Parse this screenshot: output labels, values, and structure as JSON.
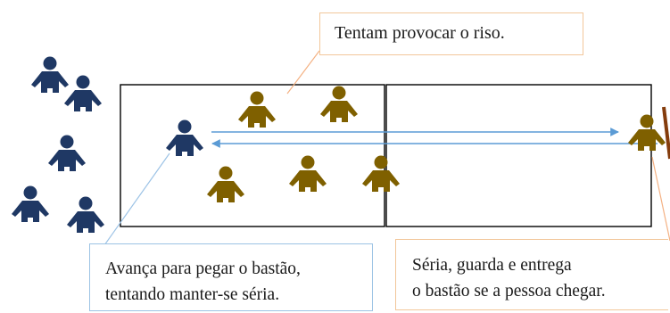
{
  "callouts": {
    "top": "Tentam provocar o riso.",
    "left": [
      "Avança para pegar o bastão,",
      "tentando manter-se séria."
    ],
    "right": [
      "Séria,  guarda  e entrega",
      "o bastão se a pessoa chegar."
    ]
  },
  "colors": {
    "blue_person": "#1f3864",
    "brown_person": "#7f6000",
    "field_border": "#000000",
    "arrow": "#5b9bd5",
    "callout_orange": "#f2c79a",
    "callout_blue": "#9cc3e4",
    "connector_orange": "#f4b183",
    "connector_blue": "#9dc3e6",
    "stick": "#843c0c"
  },
  "icons": {
    "person": "person-icon",
    "stick": "baton"
  }
}
